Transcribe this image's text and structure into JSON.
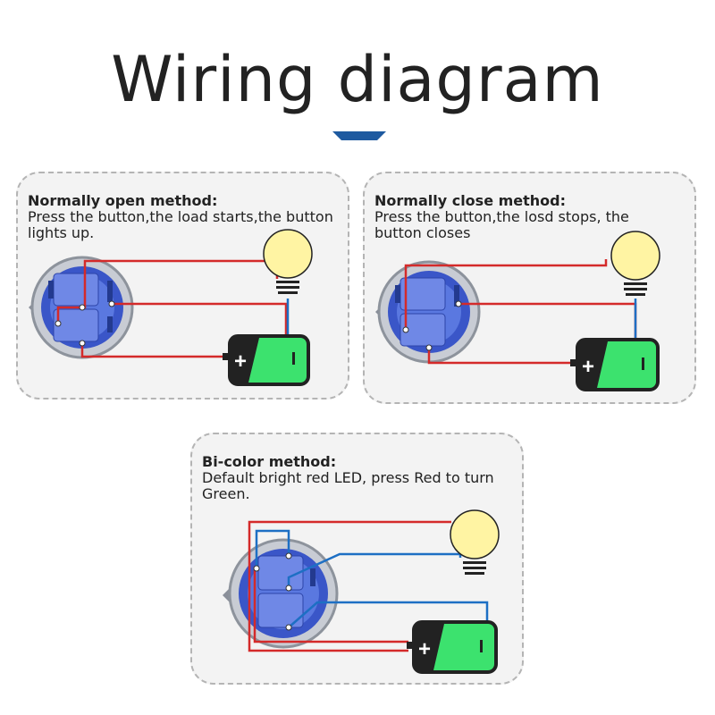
{
  "title": "Wiring diagram",
  "colors": {
    "accent": "#1e5aa0",
    "wire_red": "#d42a2a",
    "wire_blue": "#1d6fc4",
    "battery": "#3ce26e",
    "bulb": "#fff4a3"
  },
  "panels": [
    {
      "heading": "Normally open method:",
      "desc_line1": "Press the button,the load starts,the button",
      "desc_line2": "lights up."
    },
    {
      "heading": "Normally close method:",
      "desc_line1": "Press the button,the losd stops, the",
      "desc_line2": "button closes"
    },
    {
      "heading": "Bi-color method:",
      "desc_line1": "Default bright red LED, press Red to turn",
      "desc_line2": "Green."
    }
  ],
  "icons": [
    "button-switch-icon",
    "light-bulb-icon",
    "battery-icon"
  ]
}
